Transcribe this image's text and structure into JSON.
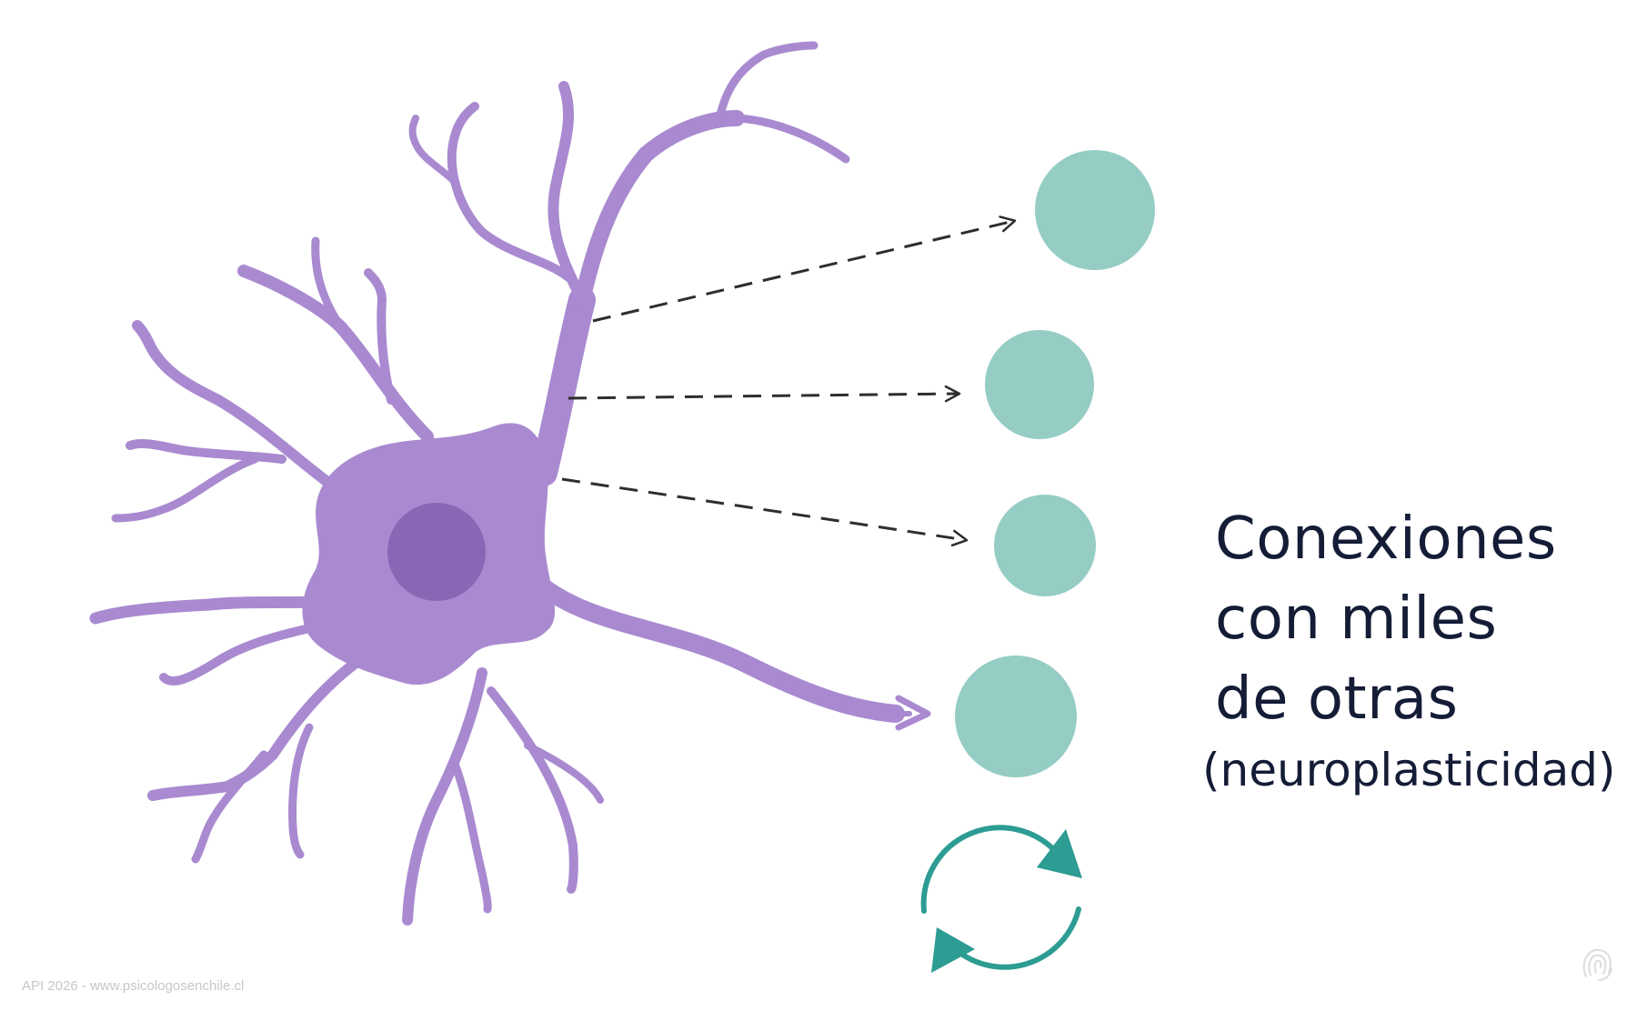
{
  "caption": {
    "line1": "Conexiones",
    "line2": "con miles",
    "line3": "de otras",
    "line4": "(neuroplasticidad)"
  },
  "watermark": "API 2026 - www.psicologosenchile.cl",
  "colors": {
    "neuron": "#a98ad0",
    "neuron_stroke": "#9d7dcb",
    "nucleus": "#8a67b4",
    "target_cell": "#95cdc4",
    "arrow_dash": "#2e2e2e",
    "cycle": "#2d9c92",
    "text": "#141c36"
  },
  "icons": {
    "cycle": "refresh-cycle-icon",
    "corner": "fingerprint-logo-icon"
  }
}
